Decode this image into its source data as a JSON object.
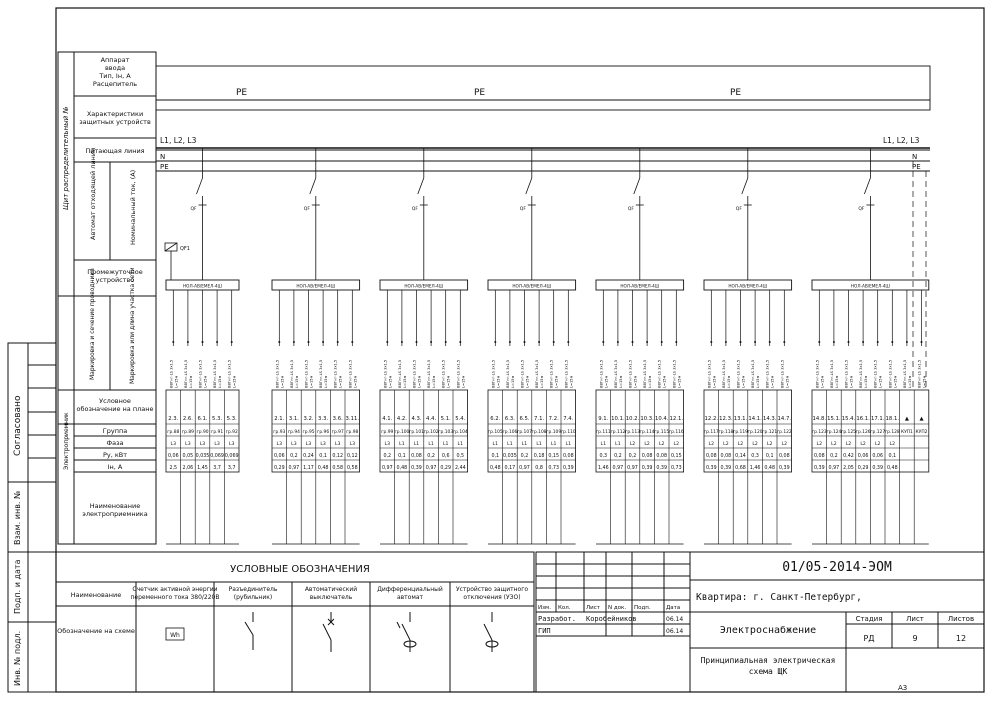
{
  "sheet": {
    "side_margin": {
      "agreed": "Согласовано",
      "inv_replaced": "Взам. инв. №",
      "sign_date": "Подп. и дата",
      "inv_original": "Инв. № подл."
    },
    "panel_label": "Щит распределительный №",
    "format": "А3"
  },
  "left_table": {
    "rows": {
      "apparatus": "Аппарат ввода Тип, Iн, А Расцепитель",
      "protect_char": "Характеристики защитных устройств",
      "supply_line": "Питающая линия",
      "breaker_group": "Автомат отходящей линии",
      "nominal_current": "Номинальный ток, (А)",
      "intermediate": "Промежуточное устройство",
      "marking_cable": "Маркировка и сечение проводника",
      "marking_pipe": "Маркировка или длина участка сети",
      "symbol_on_plan": "Условное обозначение на плане",
      "group": "Группа",
      "phase": "Фаза",
      "power": "Ру, кВт",
      "current": "Iн, А",
      "receiver_name": "Наименование электроприемника",
      "electro_block": "Электроприемник"
    }
  },
  "bus": {
    "pe_labels": [
      "PE",
      "PE",
      "PE"
    ],
    "lines_left": "L1, L2, L3",
    "lines_right": "L1, L2, L3",
    "n": "N",
    "pe": "PE",
    "input_breaker_code": "QF1"
  },
  "groups": [
    {
      "device": "НОЛ-АВ/ЕМЕЛ-4Ш",
      "cols": [
        "2.3.",
        "2.6.",
        "6.1.",
        "5.3.",
        "5.3."
      ],
      "gr": [
        "гр.88",
        "гр.89",
        "гр.90",
        "гр.91",
        "гр.92"
      ],
      "ph": [
        "L3",
        "L3",
        "L3",
        "L3",
        "L3"
      ],
      "p": [
        "0,06",
        "0,05",
        "0,035",
        "0,069",
        "0,069"
      ],
      "i": [
        "2,5",
        "2,06",
        "1,45",
        "3,7",
        "3,7"
      ]
    },
    {
      "device": "НОЛ-АВ/ЕМЕЛ-4Ш",
      "cols": [
        "2.1.",
        "3.1.",
        "3.2.",
        "3.3.",
        "3.6.",
        "3.11."
      ],
      "gr": [
        "гр.93",
        "гр.94",
        "гр.95",
        "гр.96",
        "гр.97",
        "гр.98"
      ],
      "ph": [
        "L3",
        "L3",
        "L3",
        "L3",
        "L3",
        "L3"
      ],
      "p": [
        "0,06",
        "0,2",
        "0,24",
        "0,1",
        "0,12",
        "0,12"
      ],
      "i": [
        "0,29",
        "0,97",
        "1,17",
        "0,48",
        "0,58",
        "0,58"
      ]
    },
    {
      "device": "НОЛ-АВ/ЕМЕЛ-4Ш",
      "cols": [
        "4.1.",
        "4.2.",
        "4.3.",
        "4.4.",
        "5.1.",
        "5.4."
      ],
      "gr": [
        "гр.99",
        "гр.100",
        "гр.101",
        "гр.102",
        "гр.103",
        "гр.104"
      ],
      "ph": [
        "L3",
        "L1",
        "L1",
        "L1",
        "L1",
        "L1"
      ],
      "p": [
        "0,2",
        "0,1",
        "0,08",
        "0,2",
        "0,6",
        "0,5"
      ],
      "i": [
        "0,97",
        "0,48",
        "0,39",
        "0,97",
        "0,29",
        "2,44"
      ]
    },
    {
      "device": "НОЛ-АВ/ЕМЕЛ-4Ш",
      "cols": [
        "6.2.",
        "6.3.",
        "6.5.",
        "7.1.",
        "7.2.",
        "7.4."
      ],
      "gr": [
        "гр.105",
        "гр.106",
        "гр.107",
        "гр.108",
        "гр.109",
        "гр.110"
      ],
      "ph": [
        "L1",
        "L1",
        "L1",
        "L1",
        "L1",
        "L1"
      ],
      "p": [
        "0,1",
        "0,035",
        "0,2",
        "0,18",
        "0,15",
        "0,08"
      ],
      "i": [
        "0,48",
        "0,17",
        "0,97",
        "0,8",
        "0,73",
        "0,39"
      ]
    },
    {
      "device": "НОЛ-АВ/ЕМЕЛ-4Ш",
      "cols": [
        "9.1.",
        "10.1.",
        "10.2.",
        "10.3.",
        "10.4.",
        "12.1."
      ],
      "gr": [
        "гр.111",
        "гр.112",
        "гр.113",
        "гр.114",
        "гр.115",
        "гр.116"
      ],
      "ph": [
        "L1",
        "L1",
        "L2",
        "L2",
        "L2",
        "L2"
      ],
      "p": [
        "0,3",
        "0,2",
        "0,2",
        "0,08",
        "0,08",
        "0,15"
      ],
      "i": [
        "1,46",
        "0,97",
        "0,97",
        "0,39",
        "0,39",
        "0,73"
      ]
    },
    {
      "device": "НОЛ-АВ/ЕМЕЛ-4Ш",
      "cols": [
        "12.2.",
        "12.3.",
        "13.1.",
        "14.1.",
        "14.3.",
        "14.7."
      ],
      "gr": [
        "гр.117",
        "гр.118",
        "гр.119",
        "гр.120",
        "гр.121",
        "гр.122"
      ],
      "ph": [
        "L2",
        "L2",
        "L2",
        "L2",
        "L2",
        "L2"
      ],
      "p": [
        "0,08",
        "0,08",
        "0,14",
        "0,3",
        "0,1",
        "0,08"
      ],
      "i": [
        "0,39",
        "0,39",
        "0,68",
        "1,46",
        "0,48",
        "0,39"
      ]
    },
    {
      "device": "НОЛ-АВ/ЕМЕЛ-4Ш",
      "cols": [
        "14.8.",
        "15.1.",
        "15.4.",
        "16.1.",
        "17.1.",
        "18.1.",
        "▲",
        "▲"
      ],
      "gr": [
        "гр.123",
        "гр.124",
        "гр.125",
        "гр.126",
        "гр.127",
        "гр.128",
        "КУП1",
        "КУП2"
      ],
      "ph": [
        "L2",
        "L2",
        "L2",
        "L2",
        "L2",
        "L2",
        "",
        ""
      ],
      "p": [
        "0,08",
        "0,2",
        "0,42",
        "0,06",
        "0,06",
        "0,1",
        "",
        ""
      ],
      "i": [
        "0,39",
        "0,97",
        "2,05",
        "0,29",
        "0,39",
        "0,48",
        "",
        ""
      ]
    }
  ],
  "legend": {
    "title": "УСЛОВНЫЕ ОБОЗНАЧЕНИЯ",
    "row_name": "Наименование",
    "row_symbol": "Обозначение на схеме",
    "items": [
      "Счетчик активной энергии переменного тока 380/220В",
      "Разъединитель (рубильник)",
      "Автоматический выключатель",
      "Дифференциальный автомат",
      "Устройство защитного отключения (УЗО)"
    ],
    "meter_label": "Wh"
  },
  "title_block": {
    "code": "01/05-2014-ЭОМ",
    "address": "Квартира: г. Санкт-Петербург,",
    "section": "Электроснабжение",
    "drawing": "Принципиальная электрическая схема ЩК",
    "headers": {
      "izm": "Изм.",
      "kol": "Кол.",
      "list": "Лист",
      "ndoc": "N док.",
      "podp": "Подп.",
      "date": "Дата"
    },
    "people": [
      {
        "role": "Разработ.",
        "name": "Коробейников",
        "date": "06.14"
      },
      {
        "role": "ГИП",
        "name": "",
        "date": "06.14"
      }
    ],
    "stage_label": "Стадия",
    "sheet_label": "Лист",
    "sheets_label": "Листов",
    "stage": "РД",
    "sheet": "9",
    "sheets": "12"
  }
}
